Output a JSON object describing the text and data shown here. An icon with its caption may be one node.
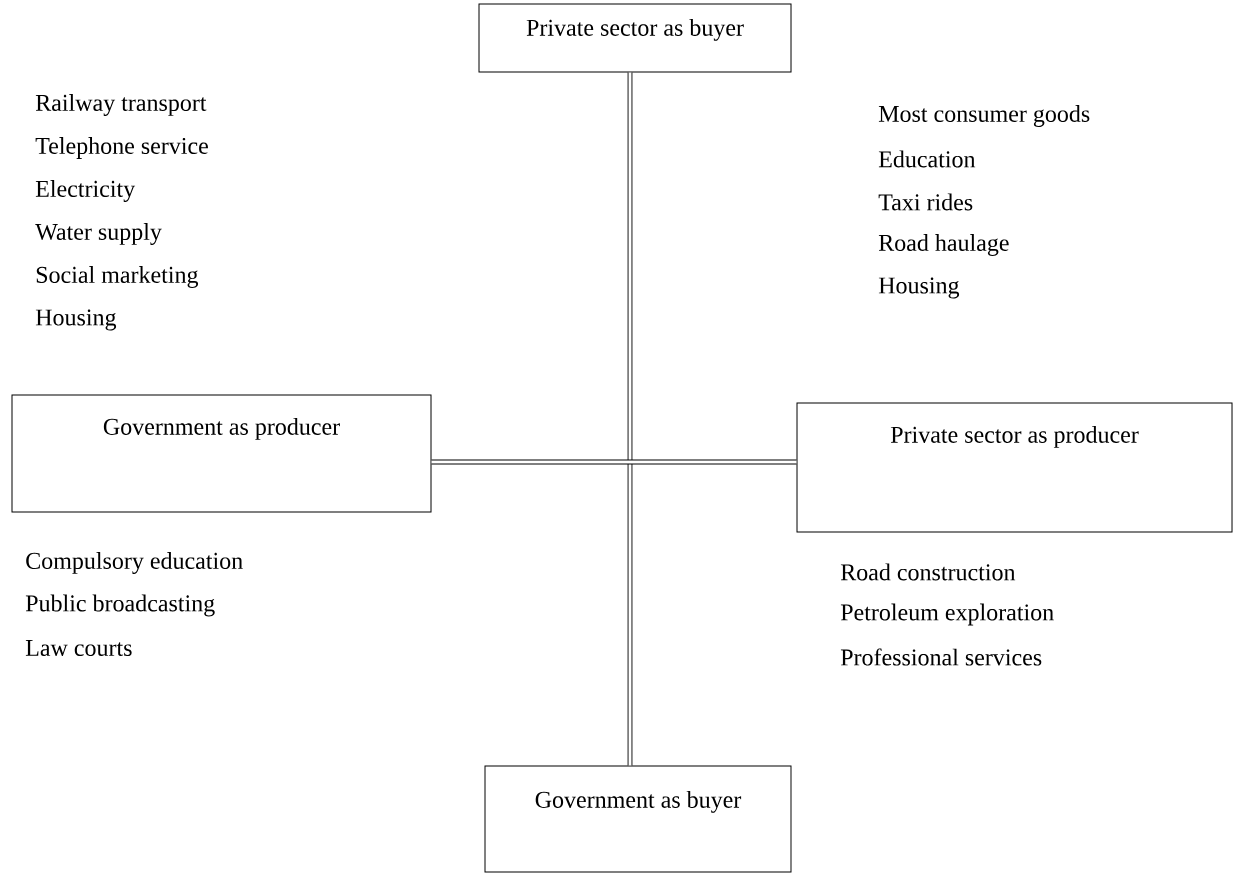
{
  "diagram": {
    "nodes": [
      {
        "text": [
          "Private sector as buyer"
        ]
      },
      {
        "text": [
          "Government as producer"
        ]
      },
      {
        "text": [
          "Private sector as producer"
        ]
      },
      {
        "text": [
          "Government as buyer"
        ]
      }
    ],
    "edges": [
      {
        "from": 0,
        "to": 3,
        "arrow": "none"
      },
      {
        "from": 1,
        "to": 2,
        "arrow": "none"
      }
    ],
    "labels": [
      "Railway transport",
      "Telephone service",
      "Electricity",
      "Water supply",
      "Social marketing",
      "Housing",
      "Most consumer goods",
      "Education",
      "Taxi rides",
      "Road haulage",
      "Housing",
      "Compulsory education",
      "Public broadcasting",
      "Law courts",
      "Road construction",
      "Petroleum exploration",
      "Professional services"
    ]
  }
}
